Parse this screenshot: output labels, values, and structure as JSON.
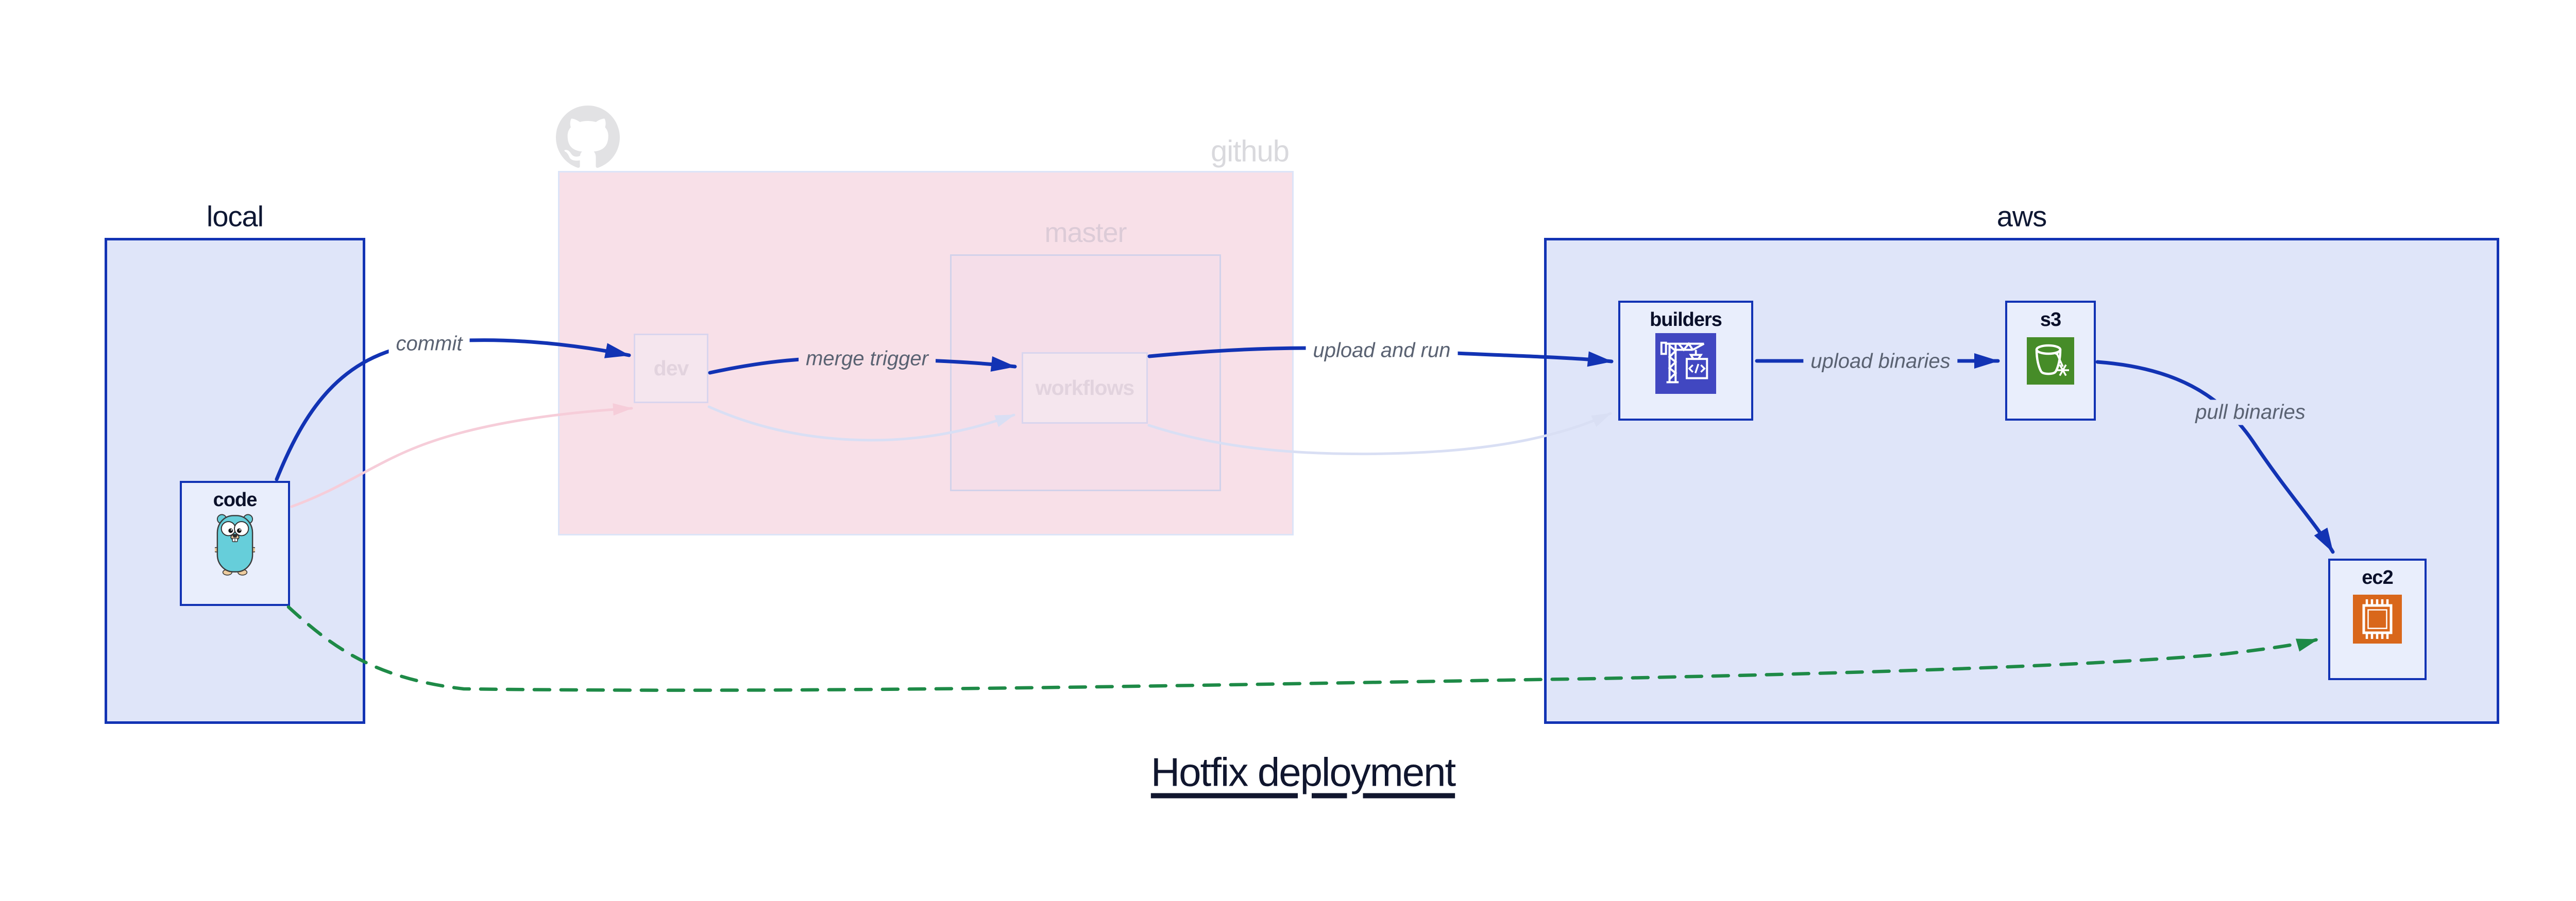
{
  "title": {
    "text": "Hotfix deployment"
  },
  "regions": {
    "local": {
      "label": "local"
    },
    "github": {
      "label": "github",
      "logo_icon": "octocat-icon",
      "master": {
        "label": "master"
      }
    },
    "aws": {
      "label": "aws"
    }
  },
  "nodes": {
    "code": {
      "label": "code",
      "region": "local",
      "icon": "gopher-icon"
    },
    "dev": {
      "label": "dev",
      "region": "github",
      "state": "faded"
    },
    "workflows": {
      "label": "workflows",
      "region": "github.master",
      "state": "faded"
    },
    "builders": {
      "label": "builders",
      "region": "aws",
      "icon": "codebuild-crane-icon"
    },
    "s3": {
      "label": "s3",
      "region": "aws",
      "icon": "s3-bucket-snowflake-icon"
    },
    "ec2": {
      "label": "ec2",
      "region": "aws",
      "icon": "ec2-chip-icon"
    }
  },
  "edges": {
    "commit": {
      "label": "commit",
      "from": "code",
      "to": "dev",
      "style": "solid-blue"
    },
    "merge_trigger": {
      "label": "merge trigger",
      "from": "dev",
      "to": "workflows",
      "style": "solid-blue"
    },
    "upload_and_run": {
      "label": "upload and run",
      "from": "workflows",
      "to": "builders",
      "style": "solid-blue"
    },
    "upload_binaries": {
      "label": "upload binaries",
      "from": "builders",
      "to": "s3",
      "style": "solid-blue"
    },
    "pull_binaries": {
      "label": "pull binaries",
      "from": "s3",
      "to": "ec2",
      "style": "solid-blue"
    },
    "hotfix_direct": {
      "from": "code",
      "to": "ec2",
      "style": "dashed-green"
    },
    "faded_code_to_dev": {
      "from": "code",
      "to": "dev",
      "style": "faded-pink"
    },
    "faded_dev_to_workflows": {
      "from": "dev",
      "to": "workflows",
      "style": "faded-lavender"
    },
    "faded_workflows_to_builders": {
      "from": "workflows",
      "to": "builders",
      "style": "faded-lavender"
    }
  },
  "colors": {
    "accent_blue": "#1233b4",
    "container_fill": "#dfe5f9",
    "node_fill": "#e9eefc",
    "github_fill": "#f8e0e8",
    "master_fill": "#f5dee9",
    "faded_node_fill": "#f5e6ee",
    "faded_pink_edge": "#f6cdd9",
    "faded_lavender_edge": "#d9dff4",
    "hotfix_green": "#1e8a47",
    "edge_label_gray": "#5a6272",
    "codebuild_icon_bg": "#4147c1",
    "s3_icon_bg": "#468c28",
    "ec2_icon_bg": "#d9671b"
  }
}
